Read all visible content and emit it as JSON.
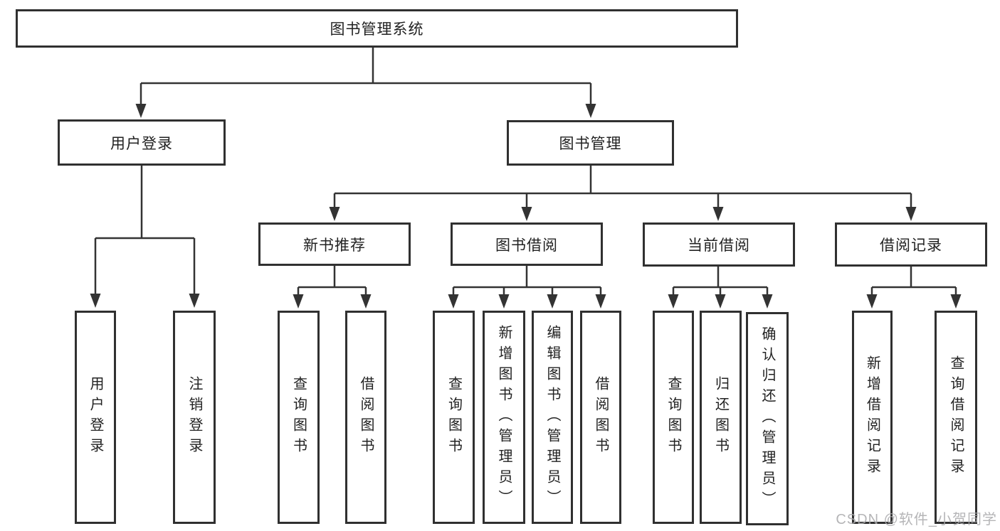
{
  "diagram": {
    "nodes": {
      "root": {
        "label": "图书管理系统"
      },
      "user_login": {
        "label": "用户登录"
      },
      "book_management": {
        "label": "图书管理"
      },
      "new_book_recommend": {
        "label": "新书推荐"
      },
      "book_borrow": {
        "label": "图书借阅"
      },
      "current_borrow": {
        "label": "当前借阅"
      },
      "borrow_records": {
        "label": "借阅记录"
      },
      "login_user_login": {
        "label": "用户登录"
      },
      "login_logout": {
        "label": "注销登录"
      },
      "rec_query_books": {
        "label": "查询图书"
      },
      "rec_borrow_books": {
        "label": "借阅图书"
      },
      "bor_query_books": {
        "label": "查询图书"
      },
      "bor_add_books": {
        "label": "新增图书（管理员）"
      },
      "bor_edit_books": {
        "label": "编辑图书（管理员）"
      },
      "bor_borrow_books": {
        "label": "借阅图书"
      },
      "cur_query_books": {
        "label": "查询图书"
      },
      "cur_return_books": {
        "label": "归还图书"
      },
      "cur_confirm_return": {
        "label": "确认归还（管理员）"
      },
      "log_add_record": {
        "label": "新增借阅记录"
      },
      "log_query_record": {
        "label": "查询借阅记录"
      }
    },
    "colors": {
      "line": "#333333",
      "box_border": "#303030",
      "text": "#222222",
      "background": "#ffffff",
      "watermark": "#a8a8aa"
    },
    "watermark": "CSDN @软件_小贺同学"
  }
}
